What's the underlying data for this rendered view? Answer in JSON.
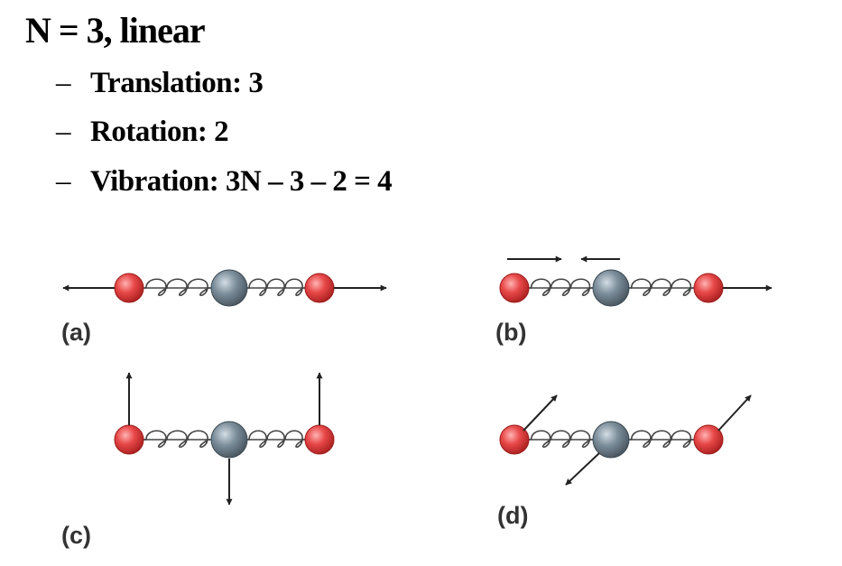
{
  "heading": "N = 3, linear",
  "bullets": [
    {
      "dash": "–",
      "text": "Translation: 3"
    },
    {
      "dash": "–",
      "text": "Rotation: 2"
    },
    {
      "dash": "–",
      "text": "Vibration: 3N – 3 – 2 = 4"
    }
  ],
  "panels": [
    {
      "label": "(a)",
      "mode": "symmetric-stretch"
    },
    {
      "label": "(b)",
      "mode": "asymmetric-stretch"
    },
    {
      "label": "(c)",
      "mode": "bend"
    },
    {
      "label": "(d)",
      "mode": "bend"
    }
  ],
  "colors": {
    "outer_atom": "#e84848",
    "center_atom": "#7d8f9c",
    "spring": "#444444",
    "arrow": "#222222"
  }
}
